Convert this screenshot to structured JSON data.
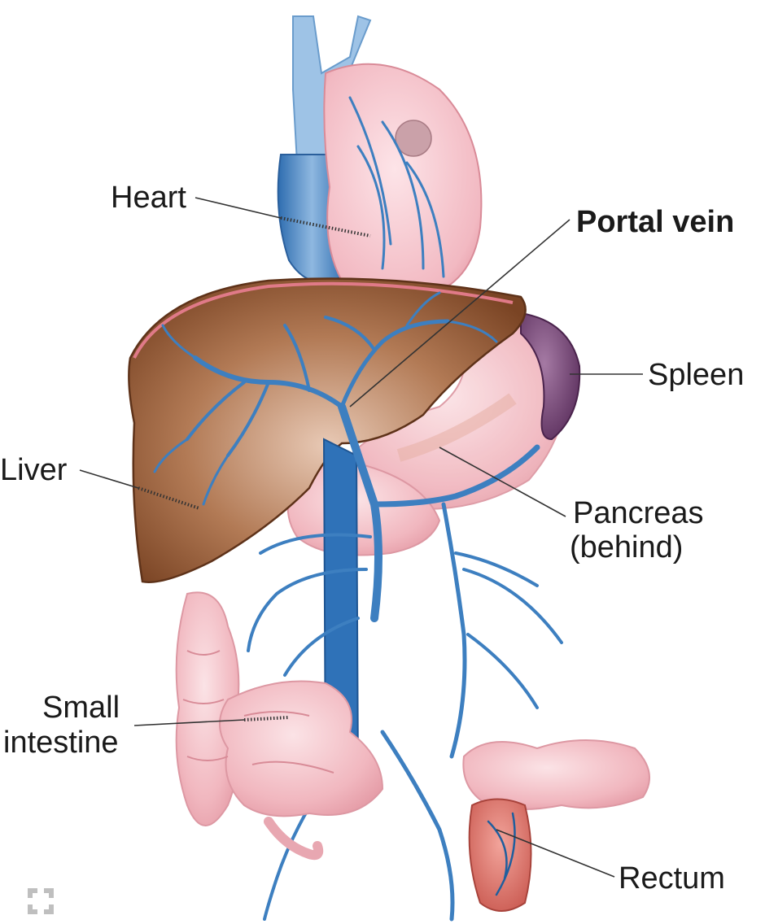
{
  "labels": {
    "heart": "Heart",
    "portal_vein": "Portal vein",
    "spleen": "Spleen",
    "liver": "Liver",
    "pancreas_line1": "Pancreas",
    "pancreas_line2": "(behind)",
    "small_intestine_line1": "Small",
    "small_intestine_line2": "intestine",
    "rectum": "Rectum"
  },
  "colors": {
    "liver": "#8a4f2c",
    "vein_blue": "#3d7fc0",
    "organ_pink": "#f3bcc3",
    "spleen": "#6e3f6e",
    "rectum": "#d9766e"
  },
  "icons": {
    "corner_logo": "expand-frame-icon"
  }
}
